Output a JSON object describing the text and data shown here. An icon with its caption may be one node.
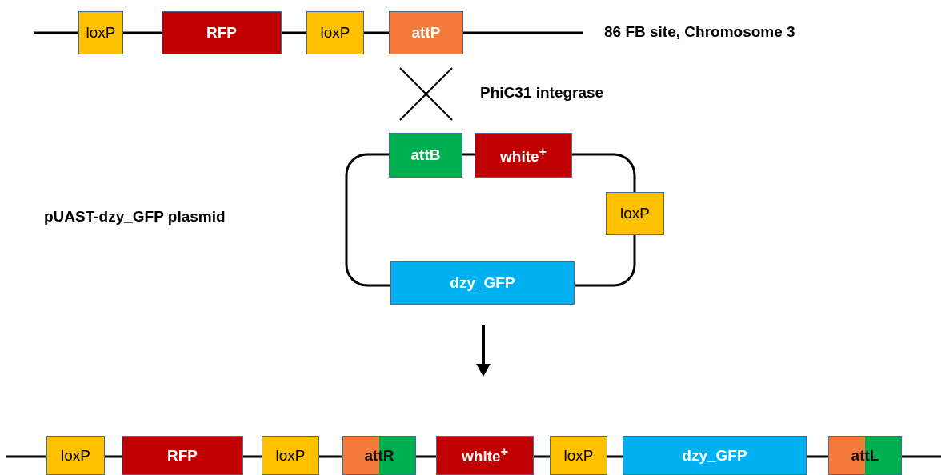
{
  "diagram": {
    "nodes": [
      {
        "text": [
          "loxP"
        ]
      },
      {
        "text": [
          "RFP"
        ]
      },
      {
        "text": [
          "loxP"
        ]
      },
      {
        "text": [
          "attP"
        ]
      },
      {
        "text": [
          "attB"
        ]
      },
      {
        "text": [
          "white$^{+}$"
        ]
      },
      {
        "text": [
          "loxP"
        ]
      },
      {
        "text": [
          "dzy_GFP"
        ]
      },
      {
        "text": [
          "loxP"
        ]
      },
      {
        "text": [
          "RFP"
        ]
      },
      {
        "text": [
          "loxP"
        ]
      },
      {
        "text": [
          "attR"
        ]
      },
      {
        "text": [
          "white$^{+}$"
        ]
      },
      {
        "text": [
          "loxP"
        ]
      },
      {
        "text": [
          "dzy_GFP"
        ]
      },
      {
        "text": [
          "attL"
        ]
      }
    ],
    "edges": [
      {
        "from": 4,
        "to": 5,
        "arrow": "none"
      },
      {
        "from": 5,
        "to": 6,
        "arrow": "none"
      },
      {
        "from": 6,
        "to": 7,
        "arrow": "none"
      },
      {
        "from": 7,
        "to": 4,
        "arrow": "none"
      }
    ],
    "labels": [
      "86 FB site, Chromosome 3",
      "PhiC31 integrase",
      "pUAST-dzy_GFP plasmid"
    ]
  }
}
